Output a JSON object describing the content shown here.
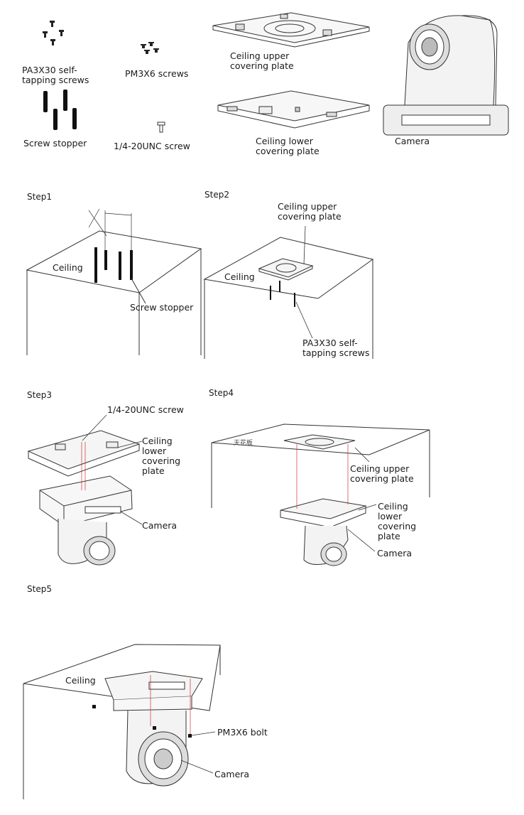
{
  "parts": {
    "pa3x30_screws": "PA3X30 self-\ntapping screws",
    "pm3x6_screws": "PM3X6 screws",
    "ceiling_upper_plate": "Ceiling upper\ncovering plate",
    "screw_stopper": "Screw stopper",
    "unc_screw": "1/4-20UNC screw",
    "ceiling_lower_plate": "Ceiling lower\ncovering plate",
    "camera": "Camera"
  },
  "step1": {
    "title": "Step1",
    "ceiling": "Ceiling",
    "screw_stopper": "Screw stopper"
  },
  "step2": {
    "title": "Step2",
    "upper_plate": "Ceiling upper\ncovering plate",
    "ceiling": "Ceiling",
    "screws": "PA3X30 self-\ntapping screws"
  },
  "step3": {
    "title": "Step3",
    "unc_screw": "1/4-20UNC screw",
    "lower_plate": "Ceiling\nlower\ncovering\nplate",
    "camera": "Camera"
  },
  "step4": {
    "title": "Step4",
    "ceiling_cn": "天花板",
    "upper_plate": "Ceiling upper\ncovering plate",
    "lower_plate": "Ceiling\nlower\ncovering\nplate",
    "camera": "Camera"
  },
  "step5": {
    "title": "Step5",
    "ceiling": "Ceiling",
    "bolt": "PM3X6 bolt",
    "camera": "Camera"
  }
}
